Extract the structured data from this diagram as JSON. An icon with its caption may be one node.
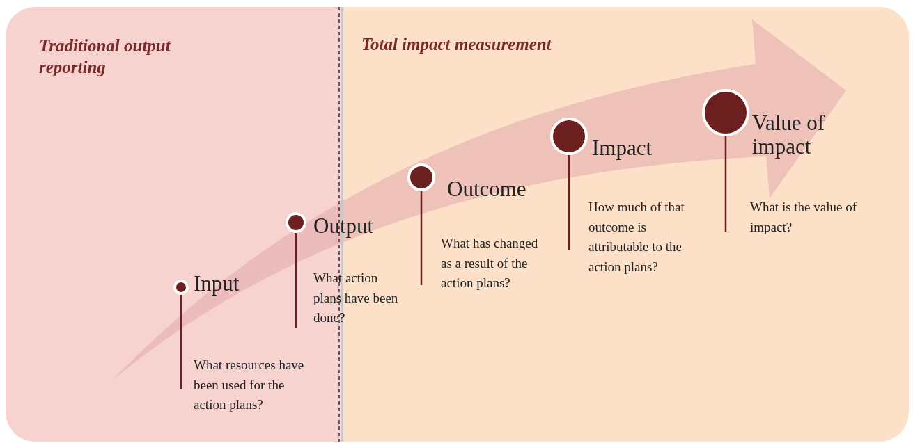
{
  "diagram": {
    "nodes": [
      {
        "text": [
          "Traditional output reporting"
        ]
      },
      {
        "text": [
          "Total impact measurement"
        ]
      },
      {
        "text": [
          "Input",
          "What resources have been used for the action plans?"
        ],
        "in": 0
      },
      {
        "text": [
          "Output",
          "What action plans have been done?"
        ]
      },
      {
        "text": [
          "Outcome",
          "What has changed as a result of the action plans?"
        ],
        "in": 1
      },
      {
        "text": [
          "Impact",
          "How much of that outcome is attributable to the action plans?"
        ],
        "in": 1
      },
      {
        "text": [
          "Value of impact",
          "What is the value of impact?"
        ],
        "in": 1
      }
    ],
    "edges": []
  }
}
